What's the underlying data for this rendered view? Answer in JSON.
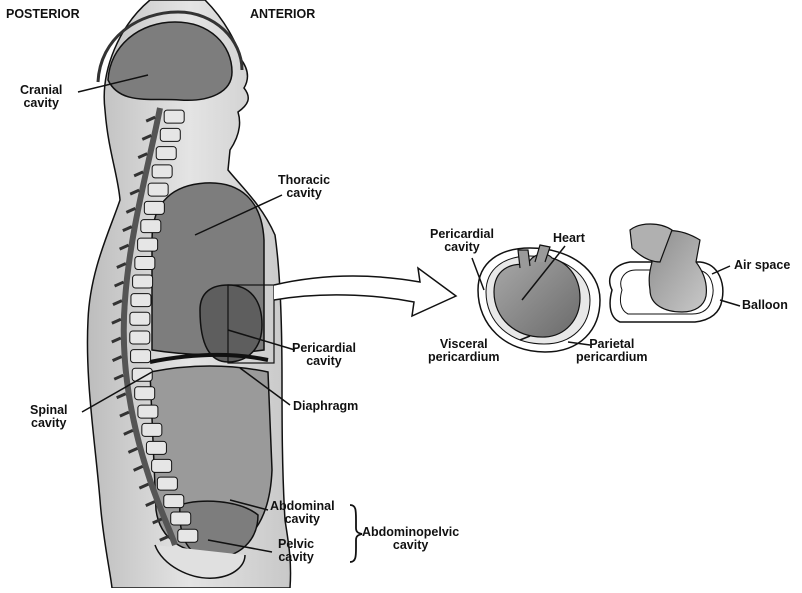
{
  "orientation": {
    "left": "POSTERIOR",
    "right": "ANTERIOR"
  },
  "labels": {
    "cranial_cavity": "Cranial\ncavity",
    "thoracic_cavity": "Thoracic\ncavity",
    "pericardial_cavity": "Pericardial\ncavity",
    "diaphragm": "Diaphragm",
    "spinal_cavity": "Spinal\ncavity",
    "abdominal_cavity": "Abdominal\ncavity",
    "pelvic_cavity": "Pelvic\ncavity",
    "abdominopelvic_cavity": "Abdominopelvic\ncavity"
  },
  "heart_inset": {
    "pericardial_cavity": "Pericardial\ncavity",
    "heart": "Heart",
    "visceral_pericardium": "Visceral\npericardium",
    "parietal_pericardium": "Parietal\npericardium"
  },
  "balloon_inset": {
    "air_space": "Air space",
    "balloon": "Balloon"
  },
  "colors": {
    "body_fill": "#d9d9d9",
    "cavity_dark": "#7d7d7d",
    "cavity_mid": "#9a9a9a",
    "line": "#111111"
  }
}
